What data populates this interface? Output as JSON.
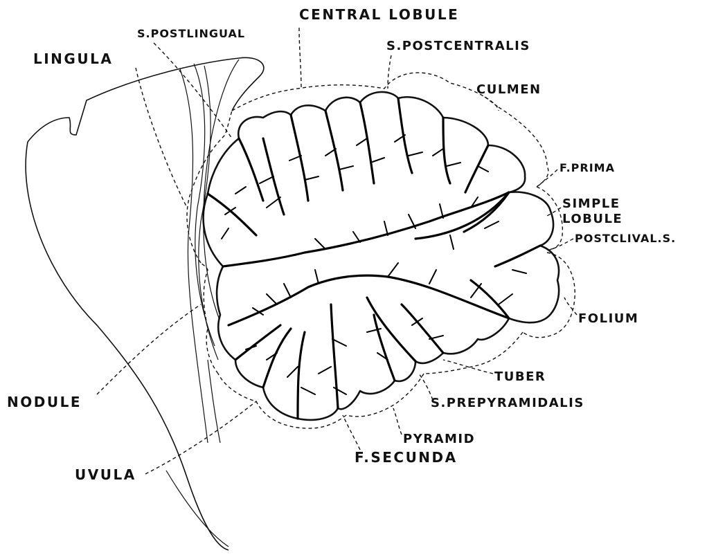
{
  "labels": {
    "central_lobule": "CENTRAL LOBULE",
    "s_postlingual": "S.POSTLINGUAL",
    "lingula": "LINGULA",
    "s_postcentralis": "S.POSTCENTRALIS",
    "culmen": "CULMEN",
    "f_prima": "F.PRIMA",
    "simple": "SIMPLE",
    "lobule": "LOBULE",
    "postclival_s": "POSTCLIVAL.S.",
    "folium": "FOLIUM",
    "tuber": "TUBER",
    "s_prepyramidalis": "S.PREPYRAMIDALIS",
    "pyramid": "PYRAMID",
    "f_secunda": "F.SECUNDA",
    "nodule": "NODULE",
    "uvula": "UVULA"
  }
}
